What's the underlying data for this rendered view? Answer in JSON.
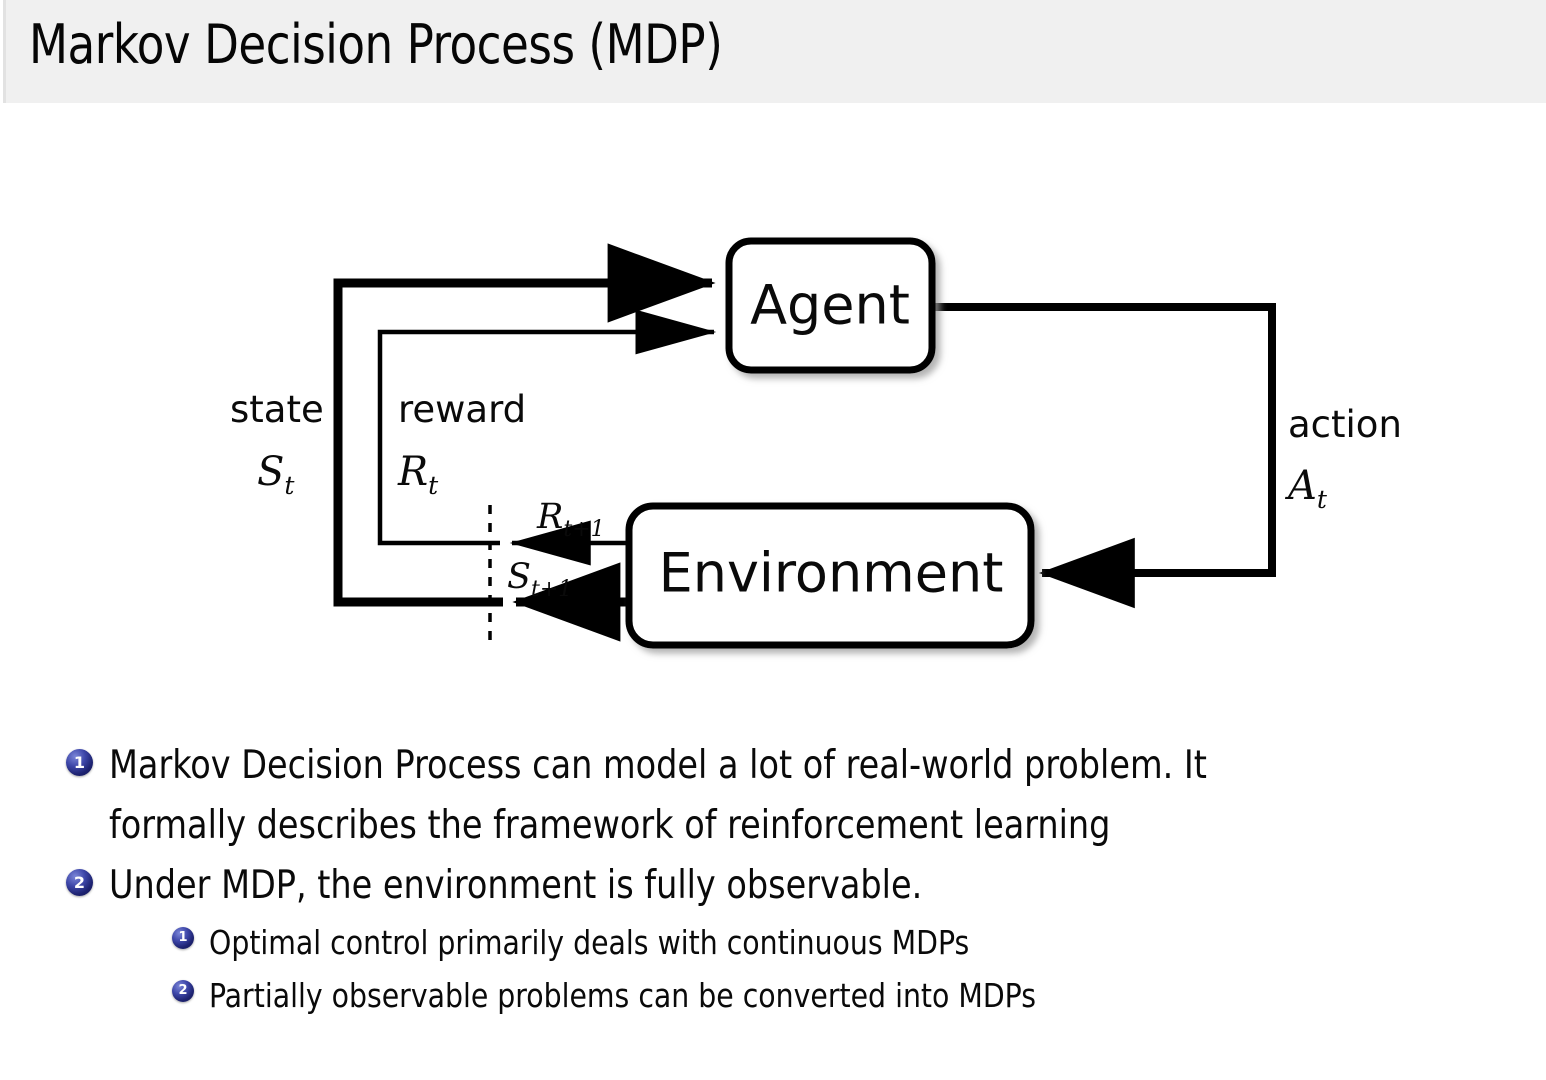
{
  "header": {
    "title": "Markov Decision Process (MDP)",
    "background_color": "#f0f0f0"
  },
  "diagram": {
    "name": "agent-environment-interaction-loop",
    "nodes": [
      {
        "id": "agent",
        "label": "Agent"
      },
      {
        "id": "environment",
        "label": "Environment"
      }
    ],
    "edge_labels": {
      "state_word": "state",
      "state_symbol": "S",
      "state_subscript": "t",
      "reward_word": "reward",
      "reward_symbol": "R",
      "reward_subscript": "t",
      "action_word": "action",
      "action_symbol": "A",
      "action_subscript": "t",
      "next_reward_symbol": "R",
      "next_reward_subscript": "t+1",
      "next_state_symbol": "S",
      "next_state_subscript": "t+1"
    },
    "stroke_color": "#000000",
    "fill_color": "#ffffff"
  },
  "bullets": {
    "marker_color": "#262a7c",
    "items": [
      {
        "number": "1",
        "level": 1,
        "lines": [
          "Markov Decision Process can model a lot of real-world problem.  It",
          "formally describes the framework of reinforcement learning"
        ]
      },
      {
        "number": "2",
        "level": 1,
        "lines": [
          "Under MDP, the environment is fully observable."
        ]
      },
      {
        "number": "1",
        "level": 2,
        "lines": [
          "Optimal control primarily deals with continuous MDPs"
        ]
      },
      {
        "number": "2",
        "level": 2,
        "lines": [
          "Partially observable problems can be converted into MDPs"
        ]
      }
    ]
  }
}
